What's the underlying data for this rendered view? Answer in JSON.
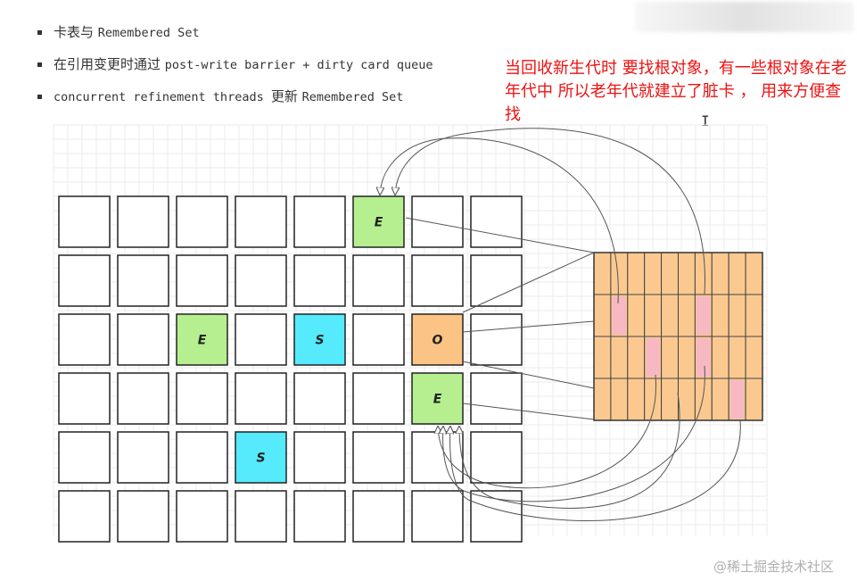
{
  "bullets": [
    {
      "cjk1": "卡表与 ",
      "mono": "Remembered Set",
      "cjk2": ""
    },
    {
      "cjk1": "在引用变更时通过 ",
      "mono": "post-write barrier + dirty card queue",
      "cjk2": ""
    },
    {
      "cjk1": "",
      "mono": "concurrent refinement threads ",
      "cjk2": "更新 ",
      "mono2": "Remembered Set"
    }
  ],
  "annotation": "当回收新生代时 要找根对象，有一些根对象在老年代中 所以老年代就建立了脏卡 ， 用来方便查找",
  "watermark": "@稀土掘金技术社区",
  "grid": {
    "rows": 6,
    "cols": 8,
    "cells": [
      {
        "row": 0,
        "col": 5,
        "label": "E",
        "type": "eden"
      },
      {
        "row": 2,
        "col": 2,
        "label": "E",
        "type": "eden"
      },
      {
        "row": 2,
        "col": 4,
        "label": "S",
        "type": "survivor"
      },
      {
        "row": 2,
        "col": 6,
        "label": "O",
        "type": "old"
      },
      {
        "row": 3,
        "col": 6,
        "label": "E",
        "type": "eden"
      },
      {
        "row": 4,
        "col": 3,
        "label": "S",
        "type": "survivor"
      }
    ]
  },
  "card_table": {
    "rows": 4,
    "cols": 10,
    "dirty": [
      {
        "row": 1,
        "col": 1
      },
      {
        "row": 1,
        "col": 6
      },
      {
        "row": 2,
        "col": 3
      },
      {
        "row": 2,
        "col": 6
      },
      {
        "row": 3,
        "col": 8
      }
    ]
  },
  "colors": {
    "eden": "#b6ef8f",
    "survivor": "#55eafc",
    "old": "#fbc484",
    "card": "#fbc98f",
    "dirty": "#f7b8c3",
    "annotation": "#ee1111",
    "gridline": "#ebebeb"
  }
}
